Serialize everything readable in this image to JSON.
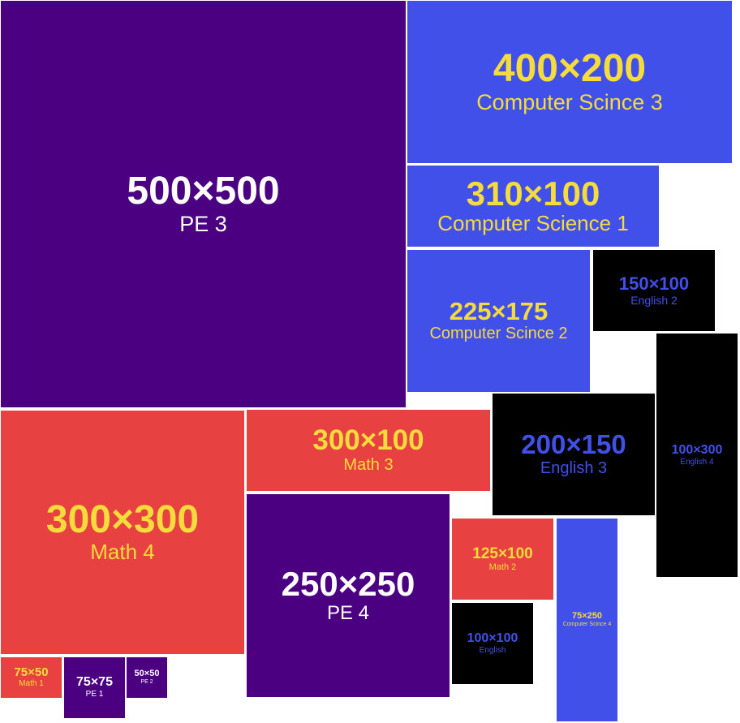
{
  "colors": {
    "purple": "#4b0082",
    "blue": "#4150e8",
    "red": "#e84141",
    "black": "#000000",
    "white": "#ffffff",
    "yellow": "#f5dc3c",
    "blue_text": "#4150e8"
  },
  "tiles": [
    {
      "id": "pe3",
      "dim": "500×500",
      "label": "PE 3",
      "bg": "#4b0082",
      "fg": "#ffffff"
    },
    {
      "id": "cs3",
      "dim": "400×200",
      "label": "Computer Scince 3",
      "bg": "#4150e8",
      "fg": "#f5dc3c"
    },
    {
      "id": "cs1",
      "dim": "310×100",
      "label": "Computer Science 1",
      "bg": "#4150e8",
      "fg": "#f5dc3c"
    },
    {
      "id": "cs2",
      "dim": "225×175",
      "label": "Computer Scince 2",
      "bg": "#4150e8",
      "fg": "#f5dc3c"
    },
    {
      "id": "en2",
      "dim": "150×100",
      "label": "English 2",
      "bg": "#000000",
      "fg": "#4150e8"
    },
    {
      "id": "en4",
      "dim": "100×300",
      "label": "English 4",
      "bg": "#000000",
      "fg": "#4150e8"
    },
    {
      "id": "m4",
      "dim": "300×300",
      "label": "Math 4",
      "bg": "#e84141",
      "fg": "#f5dc3c"
    },
    {
      "id": "m3",
      "dim": "300×100",
      "label": "Math 3",
      "bg": "#e84141",
      "fg": "#f5dc3c"
    },
    {
      "id": "en3",
      "dim": "200×150",
      "label": "English 3",
      "bg": "#000000",
      "fg": "#4150e8"
    },
    {
      "id": "pe4",
      "dim": "250×250",
      "label": "PE 4",
      "bg": "#4b0082",
      "fg": "#ffffff"
    },
    {
      "id": "m2",
      "dim": "125×100",
      "label": "Math 2",
      "bg": "#e84141",
      "fg": "#f5dc3c"
    },
    {
      "id": "cs4",
      "dim": "75×250",
      "label": "Computer Scince 4",
      "bg": "#4150e8",
      "fg": "#f5dc3c"
    },
    {
      "id": "en1",
      "dim": "100×100",
      "label": "English",
      "bg": "#000000",
      "fg": "#4150e8"
    },
    {
      "id": "m1",
      "dim": "75×50",
      "label": "Math 1",
      "bg": "#e84141",
      "fg": "#f5dc3c"
    },
    {
      "id": "pe1",
      "dim": "75×75",
      "label": "PE 1",
      "bg": "#4b0082",
      "fg": "#ffffff"
    },
    {
      "id": "pe2",
      "dim": "50×50",
      "label": "PE 2",
      "bg": "#4b0082",
      "fg": "#ffffff"
    }
  ]
}
